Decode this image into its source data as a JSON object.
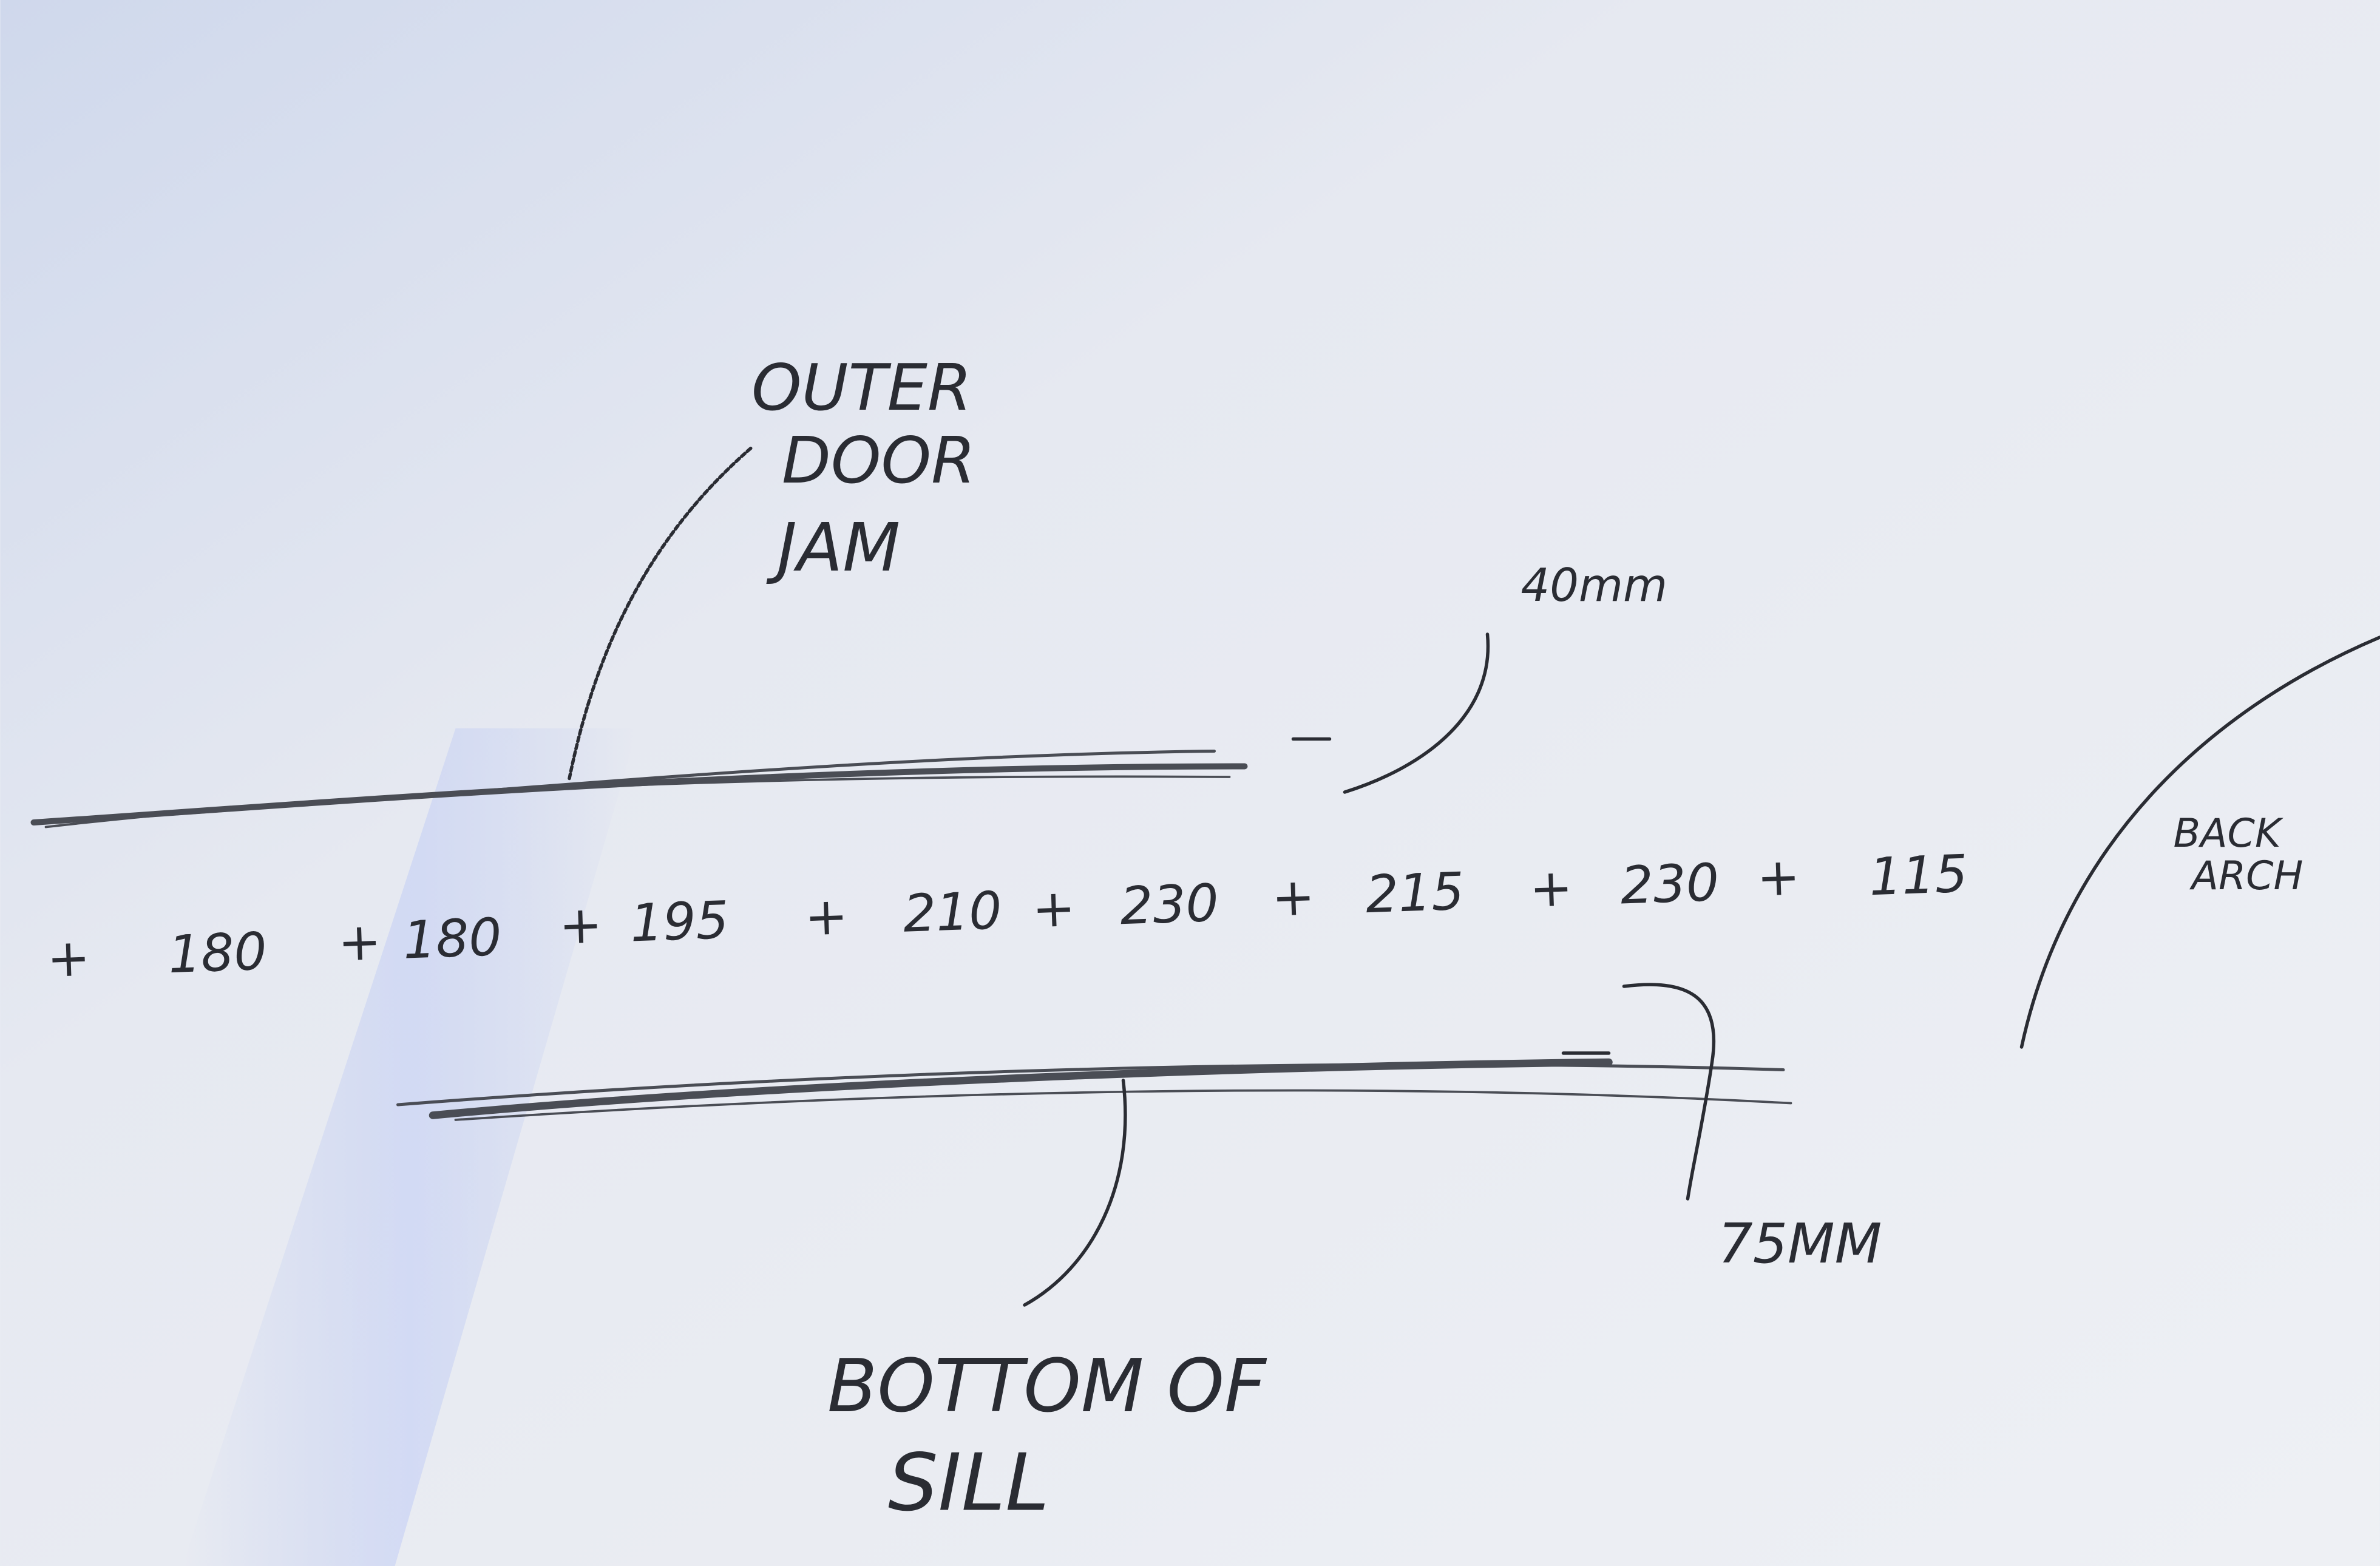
{
  "labels": {
    "outer_door_jam": [
      "OUTER",
      "DOOR",
      "JAM"
    ],
    "top_gap": "40mm",
    "bottom_gap": "75MM",
    "back_arch": [
      "BACK",
      "ARCH"
    ],
    "bottom_of_sill": [
      "BOTTOM OF",
      "SILL"
    ]
  },
  "measurements": {
    "plus": "+",
    "values": [
      "180",
      "180",
      "195",
      "210",
      "230",
      "215",
      "230",
      "115"
    ]
  },
  "colors": {
    "paper": "#e9ecf3",
    "ink": "#2a2c33",
    "pencil": "#4a4d55"
  }
}
